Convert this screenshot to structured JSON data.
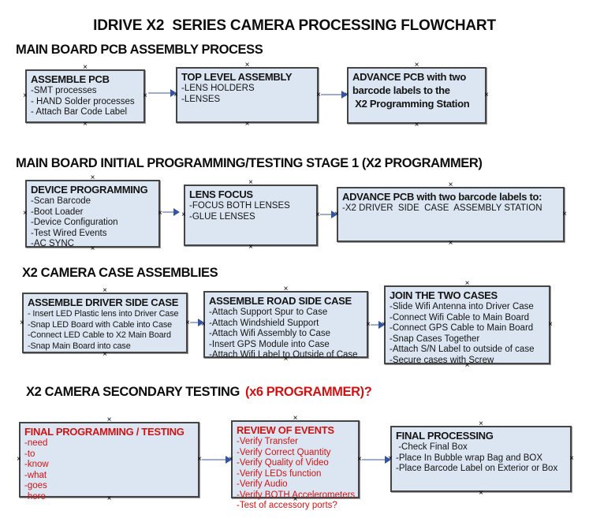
{
  "title": "IDRIVE X2  SERIES CAMERA PROCESSING FLOWCHART",
  "colors": {
    "box_fill": "#dce6f2",
    "box_border": "#454545",
    "arrow_line": "#9fadcc",
    "arrow_head": "#35539e",
    "red": "#cc1414",
    "text": "#141414"
  },
  "sections": {
    "s1": {
      "header": "MAIN BOARD PCB ASSEMBLY PROCESS",
      "boxes": {
        "assemble_pcb": {
          "title": "ASSEMBLE PCB",
          "items": [
            "-SMT processes",
            "- HAND Solder processes",
            "- Attach Bar Code Label"
          ]
        },
        "top_level_assembly": {
          "title": "TOP LEVEL ASSEMBLY",
          "items": [
            "-LENS HOLDERS",
            "-LENSES"
          ]
        },
        "advance_pcb": {
          "lines": [
            "ADVANCE PCB with two",
            "barcode labels to the",
            " X2 Programming Station"
          ]
        }
      }
    },
    "s2": {
      "header": "MAIN BOARD INITIAL PROGRAMMING/TESTING STAGE 1 (X2 PROGRAMMER)",
      "boxes": {
        "device_programming": {
          "title": "DEVICE PROGRAMMING",
          "items": [
            "-Scan Barcode",
            "-Boot Loader",
            "-Device Configuration",
            "-Test Wired Events",
            "-AC SYNC"
          ]
        },
        "lens_focus": {
          "title": "LENS FOCUS",
          "items": [
            "-FOCUS BOTH LENSES",
            "-GLUE LENSES"
          ]
        },
        "advance_pcb_2": {
          "title": "ADVANCE PCB with two barcode labels to:",
          "items": [
            "-X2 DRIVER  SIDE  CASE  ASSEMBLY STATION"
          ]
        }
      }
    },
    "s3": {
      "header": "X2 CAMERA CASE ASSEMBLIES",
      "boxes": {
        "assemble_driver_side_case": {
          "title": "ASSEMBLE DRIVER SIDE CASE",
          "items": [
            "- Insert LED Plastic lens into Driver Case",
            "-Snap LED Board with Cable into Case",
            "-Connect LED Cable to X2 Main Board",
            "-Snap Main Board into case"
          ]
        },
        "assemble_road_side_case": {
          "title": "ASSEMBLE ROAD SIDE CASE",
          "items": [
            "-Attach Support Spur to Case",
            "-Attach Windshield Support",
            "-Attach Wifi Assembly to Case",
            "-Insert GPS Module into Case",
            "-Attach Wifi Label to Outside of Case"
          ]
        },
        "join_the_two_cases": {
          "title": "JOIN THE TWO CASES",
          "items": [
            "-Slide Wifi Antenna into Driver Case",
            "-Connect Wifi Cable to Main Board",
            "-Connect GPS Cable to Main Board",
            "-Snap Cases Together",
            "-Attach S/N Label to outside of case",
            "-Secure cases with Screw"
          ]
        }
      }
    },
    "s4": {
      "header": "X2 CAMERA SECONDARY TESTING",
      "header_accent": "(x6 PROGRAMMER)?",
      "boxes": {
        "final_programming_testing": {
          "title": "FINAL PROGRAMMING / TESTING",
          "items": [
            "-need",
            "-to",
            "-know",
            "-what",
            "-goes",
            "-here"
          ]
        },
        "review_of_events": {
          "title": "REVIEW OF EVENTS",
          "items": [
            "-Verify Transfer",
            "-Verify Correct Quantity",
            "-Verify Quality of Video",
            "-Verify LEDs function",
            "-Verify Audio",
            "-Verify BOTH Accelerometers",
            "-Test of accessory ports?"
          ]
        },
        "final_processing": {
          "title": "FINAL PROCESSING",
          "items": [
            " -Check Final Box",
            "-Place In Bubble wrap Bag and BOX",
            "-Place Barcode Label on Exterior or Box"
          ]
        }
      }
    }
  }
}
